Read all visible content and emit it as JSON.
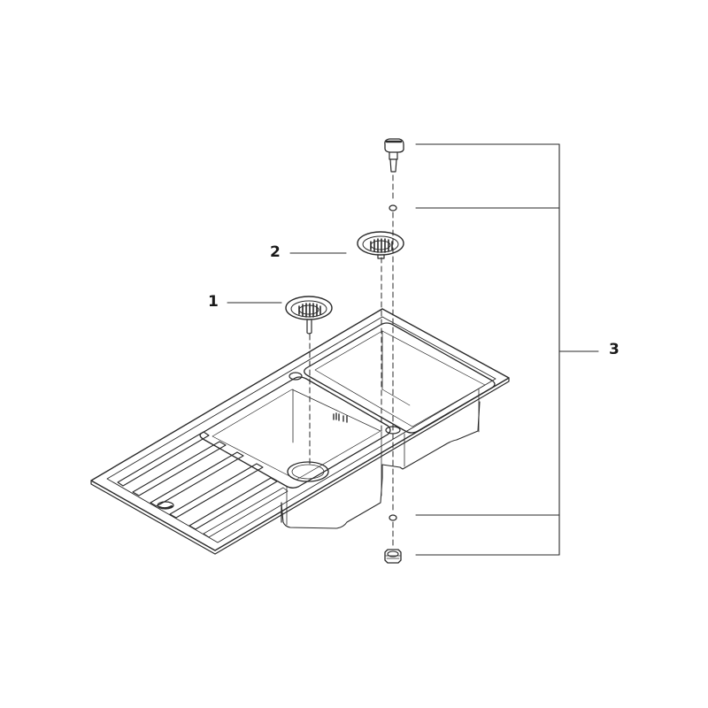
{
  "callouts": {
    "part_1": "1",
    "part_2": "2",
    "part_3": "3"
  },
  "colors": {
    "line": "#2a2a2a",
    "background": "#ffffff"
  },
  "icons": {
    "sink": "double-bowl-sink-with-drainer-icon",
    "strainer_1": "basket-strainer-icon",
    "strainer_2": "basket-strainer-icon",
    "knob": "pop-up-knob-icon",
    "washer_top": "washer-icon",
    "washer_bottom": "washer-icon",
    "nut": "waste-nut-icon"
  }
}
